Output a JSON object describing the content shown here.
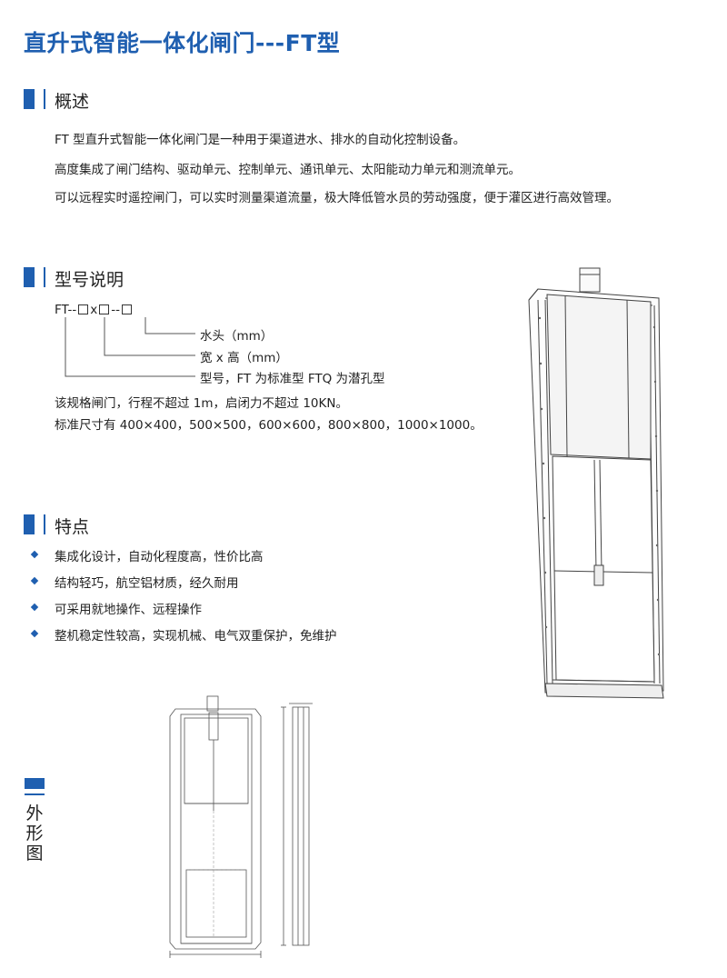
{
  "page_title": "直升式智能一体化闸门---FT型",
  "overview": {
    "heading": "概述",
    "lines": [
      "FT 型直升式智能一体化闸门是一种用于渠道进水、排水的自动化控制设备。",
      "高度集成了闸门结构、驱动单元、控制单元、通讯单元、太阳能动力单元和测流单元。",
      "可以远程实时遥控闸门，可以实时测量渠道流量，极大降低管水员的劳动强度，便于灌区进行高效管理。"
    ]
  },
  "model": {
    "heading": "型号说明",
    "code_prefix": "FT--",
    "code_x": "x",
    "code_dash": "--",
    "label_head": "水头（mm）",
    "label_size": "宽 x 高（mm）",
    "label_type": "型号，FT 为标准型  FTQ 为潜孔型",
    "note1": "该规格闸门，行程不超过 1m，启闭力不超过 10KN。",
    "note2": "标准尺寸有 400×400，500×500，600×600，800×800，1000×1000。"
  },
  "features": {
    "heading": "特点",
    "items": [
      "集成化设计，自动化程度高，性价比高",
      "结构轻巧，航空铝材质，经久耐用",
      "可采用就地操作、远程操作",
      "整机稳定性较高，实现机械、电气双重保护，免维护"
    ]
  },
  "appearance": {
    "heading_chars": [
      "外",
      "形",
      "图"
    ]
  },
  "colors": {
    "brand_blue": "#1f5fb0",
    "line_gray": "#555555"
  }
}
